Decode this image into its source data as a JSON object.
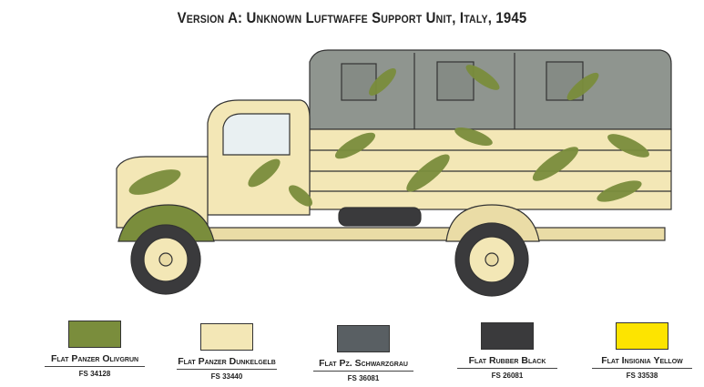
{
  "title": "Version A: Unknown Luftwaffe Support Unit, Italy, 1945",
  "colors": [
    {
      "name": "Flat Panzer Olivgrun",
      "fs": "FS 34128",
      "hex": "#7a8d3c"
    },
    {
      "name": "Flat Panzer Dunkelgelb",
      "fs": "FS 33440",
      "hex": "#f3e7b6"
    },
    {
      "name": "Flat Pz. Schwarzgrau",
      "fs": "FS 36081",
      "hex": "#595f63"
    },
    {
      "name": "Flat Rubber Black",
      "fs": "FS 26081",
      "hex": "#3a3a3c"
    },
    {
      "name": "Flat Insignia Yellow",
      "fs": "FS 33538",
      "hex": "#fde400"
    }
  ]
}
